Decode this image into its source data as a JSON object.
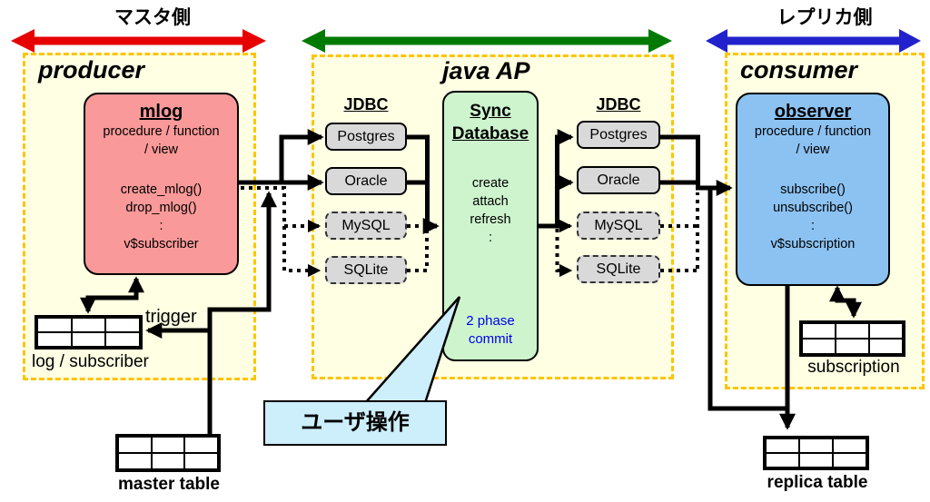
{
  "top": {
    "master_side_label": "マスタ側",
    "replica_side_label": "レプリカ側"
  },
  "producer": {
    "title": "producer",
    "mlog": {
      "title": "mlog",
      "lines": [
        "procedure / function",
        "/ view",
        "create_mlog()",
        "drop_mlog()",
        ":",
        "v$subscriber"
      ]
    },
    "trigger_label": "trigger",
    "log_table_caption": "log / subscriber",
    "master_table_caption": "master table"
  },
  "java_ap": {
    "title": "java AP",
    "jdbc_left": {
      "title": "JDBC",
      "drivers": [
        "Postgres",
        "Oracle",
        "MySQL",
        "SQLite"
      ]
    },
    "sync_database": {
      "titles": [
        "Sync",
        "Database"
      ],
      "lines": [
        "create",
        "attach",
        "refresh",
        ":"
      ],
      "note": "2 phase commit"
    },
    "jdbc_right": {
      "title": "JDBC",
      "drivers": [
        "Postgres",
        "Oracle",
        "MySQL",
        "SQLite"
      ]
    }
  },
  "consumer": {
    "title": "consumer",
    "observer": {
      "title": "observer",
      "lines": [
        "procedure / function",
        "/ view",
        "subscribe()",
        "unsubscribe()",
        ":",
        "v$subscription"
      ]
    },
    "subscription_table_caption": "subscription",
    "replica_table_caption": "replica table"
  },
  "callout": {
    "label": "ユーザ操作"
  },
  "colors": {
    "master_arrow": "#E60000",
    "center_arrow": "#007A00",
    "replica_arrow": "#2222CC",
    "mlog_fill": "#FA9999",
    "observer_fill": "#8CC2F2",
    "sync_fill": "#CDF4CD",
    "driver_fill": "#D9D9D9",
    "panel_fill": "#FFFFE3",
    "panel_border": "#FFC400",
    "callout_fill": "#CDEEFB",
    "note_text": "#0000EE",
    "connector": "#000000"
  }
}
